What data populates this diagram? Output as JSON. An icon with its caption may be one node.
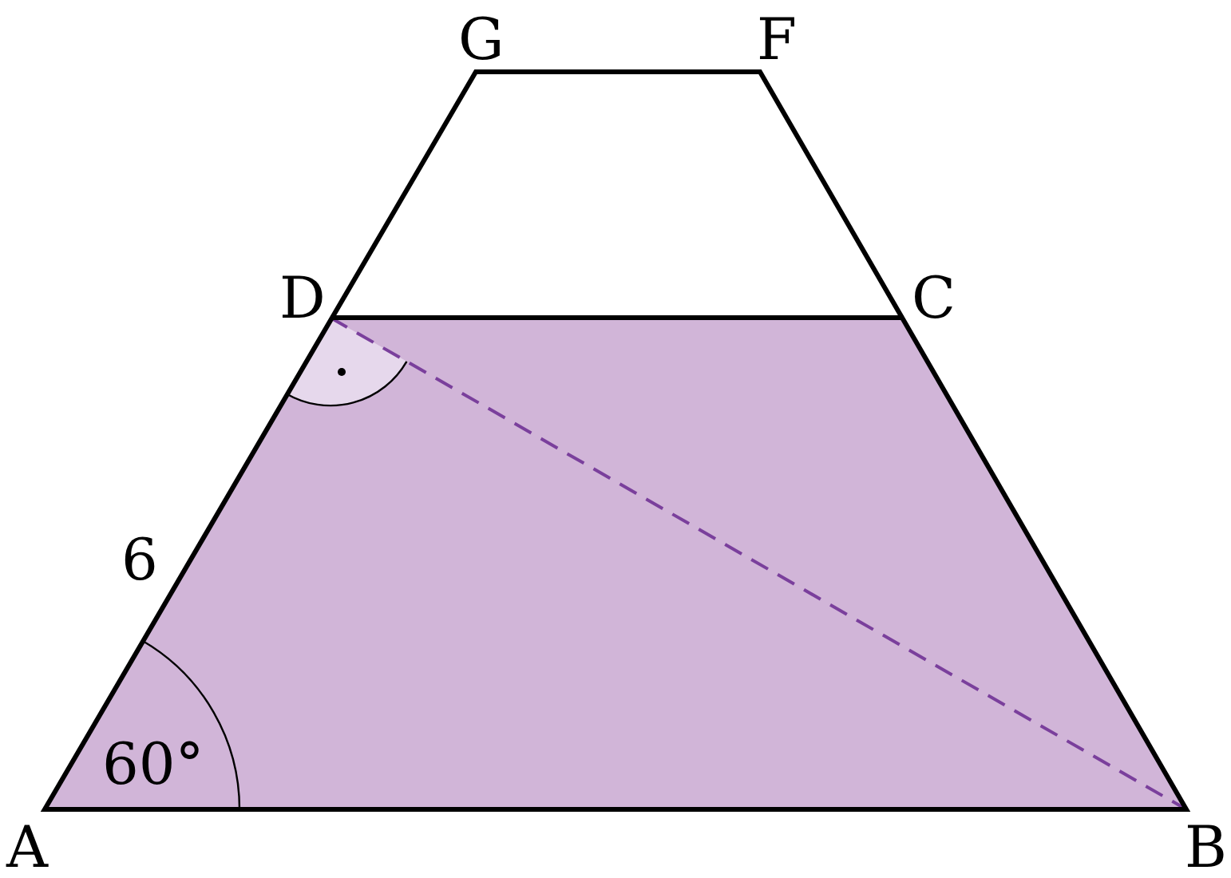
{
  "diagram": {
    "labels": [
      "G",
      "F",
      "D",
      "C",
      "6",
      "60°",
      "A",
      "B"
    ]
  }
}
